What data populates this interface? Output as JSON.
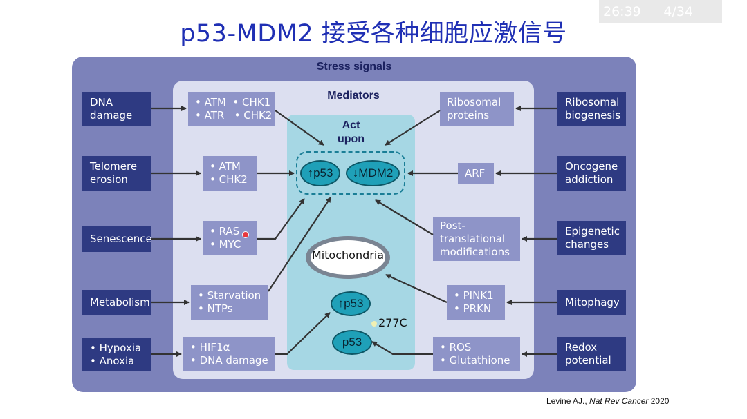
{
  "title": "p53-MDM2 接受各种细胞应激信号",
  "timer": {
    "elapsed": "26:39",
    "page": "4/34"
  },
  "diagram": {
    "stress_label": "Stress signals",
    "mediators_label": "Mediators",
    "act_label": "Act upon",
    "targets": {
      "p53_up": "↑p53",
      "mdm2_down": "↓MDM2",
      "mito": "Mitochondria",
      "p53_up2": "↑p53",
      "p53": "p53",
      "mutation": "277C"
    },
    "left_signals": [
      {
        "l1": "DNA",
        "l2": "damage"
      },
      {
        "l1": "Telomere",
        "l2": "erosion"
      },
      {
        "l1": "Senescence",
        "l2": ""
      },
      {
        "l1": "Metabolism",
        "l2": ""
      },
      {
        "l1": "• Hypoxia",
        "l2": "• Anoxia"
      }
    ],
    "left_mediators": [
      {
        "l1": "• ATM  • CHK1",
        "l2": "• ATR   • CHK2"
      },
      {
        "l1": "• ATM",
        "l2": "• CHK2"
      },
      {
        "l1": "• RAS",
        "l2": "• MYC"
      },
      {
        "l1": "• Starvation",
        "l2": "• NTPs"
      },
      {
        "l1": "• HIF1α",
        "l2": "• DNA damage"
      }
    ],
    "right_signals": [
      {
        "l1": "Ribosomal",
        "l2": "biogenesis"
      },
      {
        "l1": "Oncogene",
        "l2": "addiction"
      },
      {
        "l1": "Epigenetic",
        "l2": "changes"
      },
      {
        "l1": "Mitophagy",
        "l2": ""
      },
      {
        "l1": "Redox",
        "l2": "potential"
      }
    ],
    "right_mediators": [
      {
        "l1": "Ribosomal",
        "l2": "proteins",
        "l3": ""
      },
      {
        "l1": "ARF",
        "l2": "",
        "l3": ""
      },
      {
        "l1": "Post-",
        "l2": "translational",
        "l3": "modifications"
      },
      {
        "l1": "• PINK1",
        "l2": "• PRKN",
        "l3": ""
      },
      {
        "l1": "• ROS",
        "l2": "• Glutathione",
        "l3": ""
      }
    ]
  },
  "citation": {
    "author": "Levine AJ., ",
    "journal": "Nat Rev Cancer",
    "year": " 2020"
  },
  "colors": {
    "title": "#1f2fb4",
    "outer_panel": "#7c82ba",
    "inner_panel": "#dcdff0",
    "center_panel": "#a6d7e4",
    "signal_box": "#2e3a82",
    "mediator_box": "#8e94c8",
    "p53_oval": "#1fa0b8"
  }
}
